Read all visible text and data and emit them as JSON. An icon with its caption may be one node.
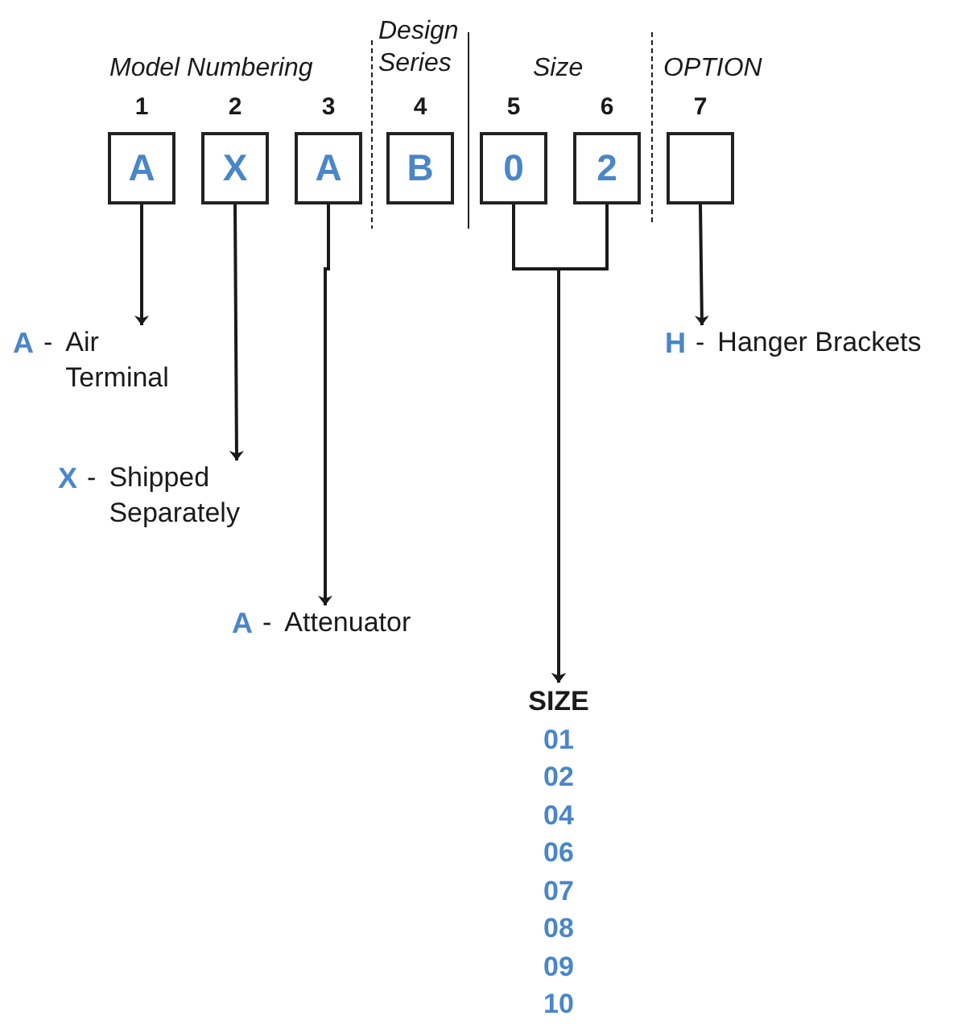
{
  "diagram": {
    "nodes": [
      {
        "text": [
          "A"
        ],
        "beside": [
          "1"
        ]
      },
      {
        "text": [
          "X"
        ],
        "beside": [
          "2"
        ]
      },
      {
        "text": [
          "A"
        ],
        "beside": [
          "3"
        ]
      },
      {
        "text": [
          "B"
        ],
        "beside": [
          "4"
        ]
      },
      {
        "text": [
          "0"
        ],
        "beside": [
          "5"
        ]
      },
      {
        "text": [
          "2"
        ],
        "beside": [
          "6"
        ]
      },
      {
        "text": [],
        "shape": "box",
        "beside": [
          "7"
        ]
      },
      {
        "text": [
          "A",
          "-",
          "Air Terminal"
        ]
      },
      {
        "text": [
          "X",
          "-",
          "Shipped Separately"
        ]
      },
      {
        "text": [
          "A",
          "-",
          "Attenuator"
        ]
      },
      {
        "text": [
          "SIZE",
          "01",
          "02",
          "04",
          "06",
          "07",
          "08",
          "09",
          "10"
        ]
      },
      {
        "text": [
          "H",
          "-",
          "Hanger Brackets"
        ]
      }
    ],
    "edges": [
      {
        "from": 0,
        "to": 7,
        "arrow": "to"
      },
      {
        "from": 1,
        "to": 8,
        "arrow": "to"
      },
      {
        "from": 2,
        "to": 9,
        "arrow": "to"
      },
      {
        "from": 4,
        "to": 10,
        "arrow": "to"
      },
      {
        "from": 5,
        "to": 10,
        "arrow": "to"
      },
      {
        "from": 6,
        "to": 11,
        "arrow": "to"
      }
    ],
    "labels": [
      "Design Series",
      "Model Numbering",
      "Size",
      "OPTION"
    ]
  }
}
